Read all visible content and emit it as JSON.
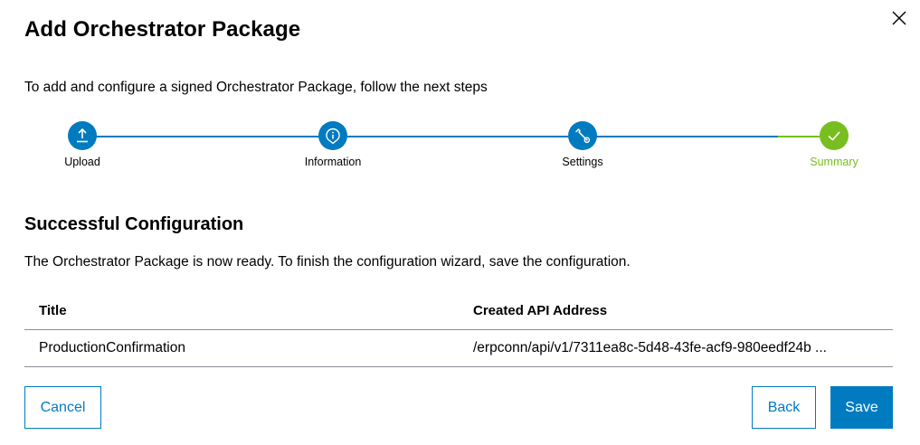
{
  "dialog": {
    "title": "Add Orchestrator Package",
    "intro": "To add and configure a signed Orchestrator Package, follow the next steps"
  },
  "stepper": {
    "colors": {
      "active": "#007bc0",
      "done": "#78be20"
    },
    "steps": [
      {
        "label": "Upload",
        "icon": "upload-icon",
        "state": "completed"
      },
      {
        "label": "Information",
        "icon": "info-icon",
        "state": "completed"
      },
      {
        "label": "Settings",
        "icon": "wrench-icon",
        "state": "completed"
      },
      {
        "label": "Summary",
        "icon": "check-icon",
        "state": "current-success"
      }
    ]
  },
  "result": {
    "heading": "Successful Configuration",
    "description": "The Orchestrator Package is now ready. To finish the configuration wizard, save the configuration."
  },
  "table": {
    "columns": [
      "Title",
      "Created API Address"
    ],
    "rows": [
      [
        "ProductionConfirmation",
        "/erpconn/api/v1/7311ea8c-5d48-43fe-acf9-980eedf24b ..."
      ]
    ]
  },
  "buttons": {
    "cancel": "Cancel",
    "back": "Back",
    "save": "Save"
  }
}
